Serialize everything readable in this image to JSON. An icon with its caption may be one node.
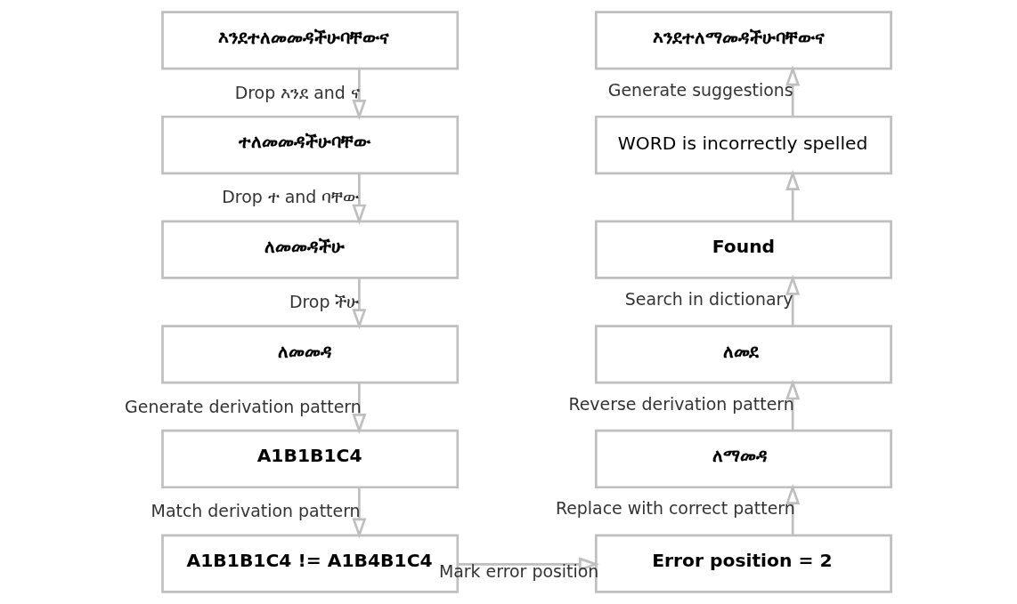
{
  "diagram": {
    "nodes": [
      {
        "text": [
          "እንደተለመመዳችሁባቸውና"
        ]
      },
      {
        "text": [
          "ተለመመዳችሁባቸው"
        ]
      },
      {
        "text": [
          "ለመመዳችሁ"
        ]
      },
      {
        "text": [
          "ለመመዳ"
        ]
      },
      {
        "text": [
          "A1B1B1C4"
        ]
      },
      {
        "text": [
          "A1B1B1C4 != A1B4B1C4"
        ]
      },
      {
        "text": [
          "እንደተለማመዳችሁባቸውና"
        ]
      },
      {
        "text": [
          "WORD is incorrectly spelled"
        ]
      },
      {
        "text": [
          "Found"
        ]
      },
      {
        "text": [
          "ለመደ"
        ]
      },
      {
        "text": [
          "ለማመዳ"
        ]
      },
      {
        "text": [
          "Error position = 2"
        ]
      }
    ],
    "edges": [
      {
        "from": 0,
        "to": 1,
        "arrow": "to",
        "label": "Drop እንደ and ና"
      },
      {
        "from": 1,
        "to": 2,
        "arrow": "to",
        "label": "Drop ተ and ባቸው"
      },
      {
        "from": 2,
        "to": 3,
        "arrow": "to",
        "label": "Drop ችሁ"
      },
      {
        "from": 3,
        "to": 4,
        "arrow": "to",
        "label": "Generate derivation pattern"
      },
      {
        "from": 4,
        "to": 5,
        "arrow": "to",
        "label": "Match derivation pattern"
      },
      {
        "from": 5,
        "to": 11,
        "arrow": "to",
        "label": "Mark error position"
      },
      {
        "from": 11,
        "to": 10,
        "arrow": "to",
        "label": "Replace with correct pattern"
      },
      {
        "from": 10,
        "to": 9,
        "arrow": "to",
        "label": "Reverse derivation pattern"
      },
      {
        "from": 9,
        "to": 8,
        "arrow": "to",
        "label": "Search in dictionary"
      },
      {
        "from": 8,
        "to": 7,
        "arrow": "to"
      },
      {
        "from": 7,
        "to": 6,
        "arrow": "to",
        "label": "Generate suggestions"
      }
    ]
  }
}
